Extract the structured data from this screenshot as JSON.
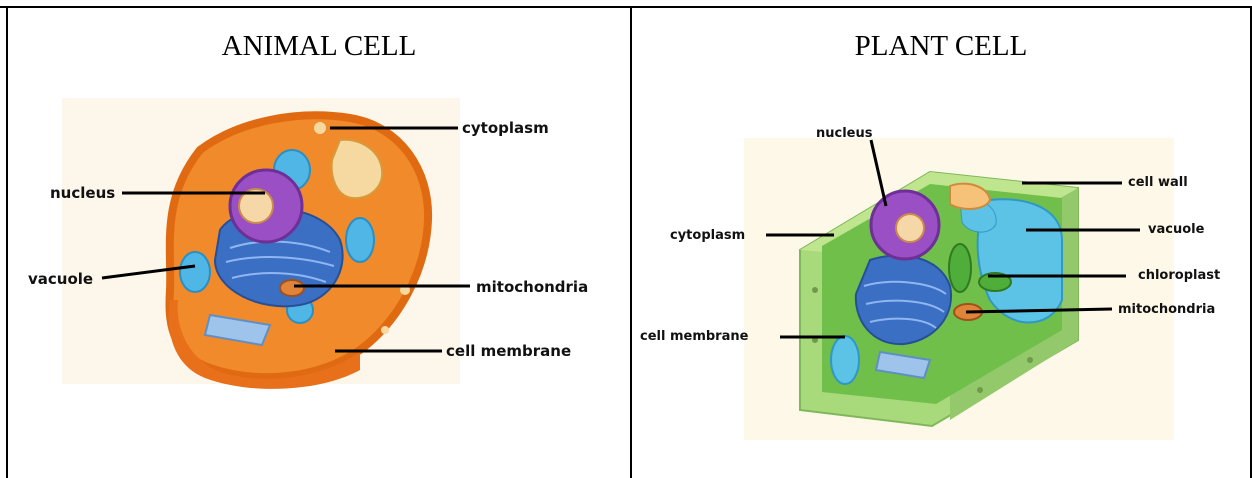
{
  "animal": {
    "title": "ANIMAL CELL",
    "labels": {
      "cytoplasm": "cytoplasm",
      "nucleus": "nucleus",
      "vacuole": "vacuole",
      "mitochondria": "mitochondria",
      "cell_membrane": "cell membrane"
    }
  },
  "plant": {
    "title": "PLANT CELL",
    "labels": {
      "nucleus": "nucleus",
      "cell_wall": "cell wall",
      "cytoplasm": "cytoplasm",
      "vacuole": "vacuole",
      "chloroplast": "chloroplast",
      "mitochondria": "mitochondria",
      "cell_membrane": "cell membrane"
    }
  },
  "colors": {
    "animal_cytoplasm": "#f08a2a",
    "animal_membrane": "#e06a12",
    "nucleus": "#9b4fc4",
    "vacuole": "#4fb6e6",
    "er": "#3a6fc4",
    "plant_wall": "#a8d97a",
    "plant_inner": "#6fbf4a",
    "plant_vacuole": "#5cc3e6",
    "background_panel": "#fdf8e8"
  }
}
